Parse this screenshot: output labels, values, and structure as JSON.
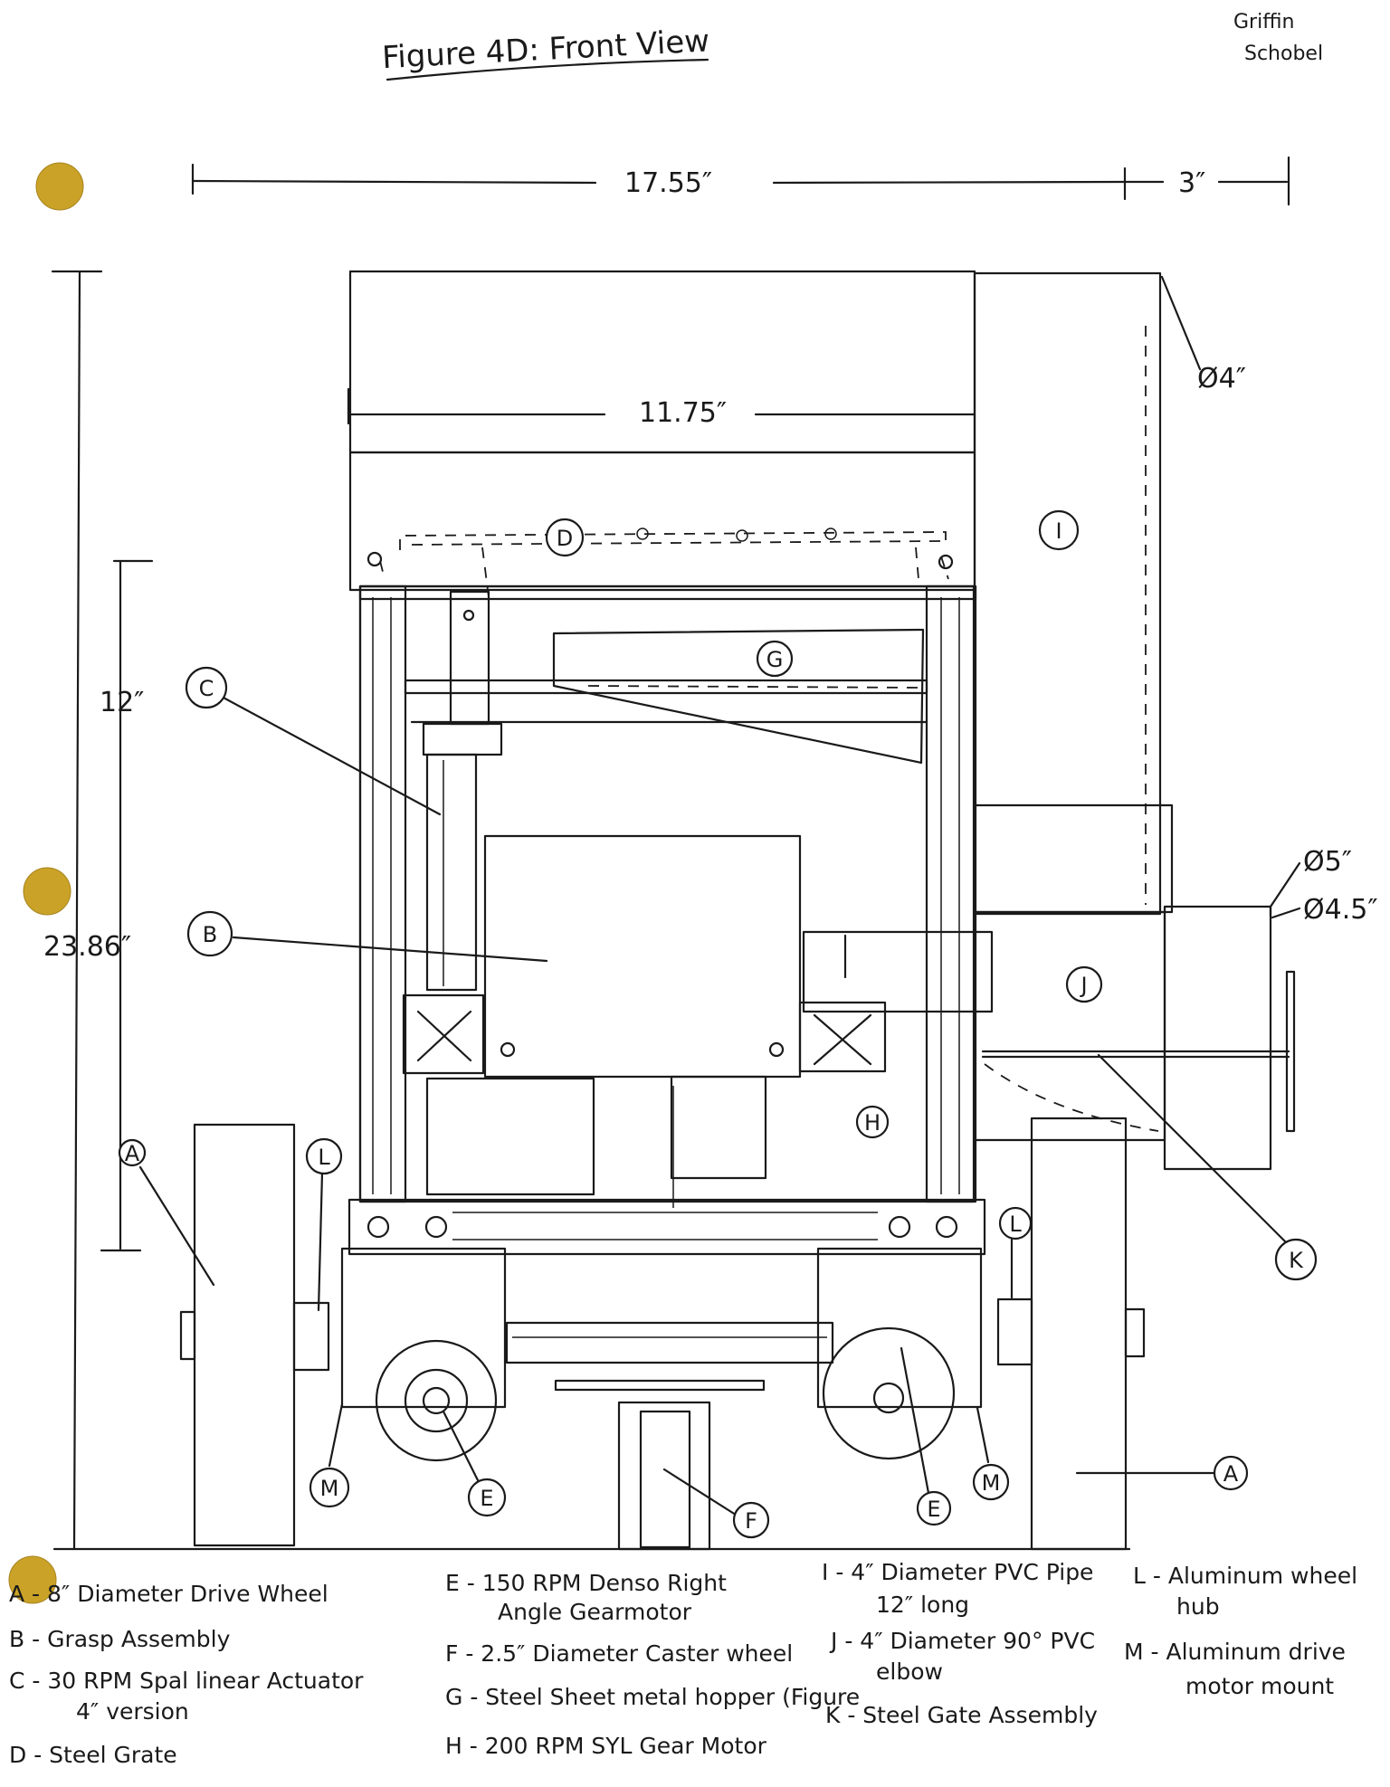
{
  "title": "Figure 4D: Front View",
  "author": [
    "Griffin",
    "Schobel"
  ],
  "dimensions": {
    "overall_width": "17.55″",
    "pipe_offset": "3″",
    "inner_width": "11.75″",
    "overall_height": "23.86″",
    "frame_height": "12″",
    "pipe_diameter": "Ø4″",
    "elbow_outer_diameter": "Ø5″",
    "elbow_inner_diameter": "Ø4.5″"
  },
  "callouts": [
    "A",
    "B",
    "C",
    "D",
    "E",
    "F",
    "G",
    "H",
    "I",
    "J",
    "K",
    "L",
    "M"
  ],
  "legend": {
    "col1": [
      "A - 8″ Diameter Drive Wheel",
      "B - Grasp Assembly",
      "C - 30 RPM Spal linear Actuator",
      "4″ version",
      "D - Steel Grate"
    ],
    "col2": [
      "E - 150 RPM Denso Right",
      "Angle Gearmotor",
      "F - 2.5″ Diameter Caster wheel",
      "G - Steel Sheet metal hopper (Figure",
      "H - 200 RPM SYL Gear Motor"
    ],
    "col3": [
      "I - 4″ Diameter PVC Pipe",
      "12″ long",
      "J - 4″ Diameter 90° PVC",
      "elbow",
      "K - Steel Gate Assembly"
    ],
    "col4": [
      "L - Aluminum wheel",
      "hub",
      "M - Aluminum drive",
      "motor mount"
    ]
  }
}
